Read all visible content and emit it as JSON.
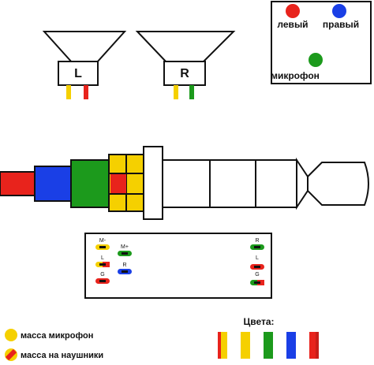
{
  "speakers": {
    "left_letter": "L",
    "right_letter": "R"
  },
  "legend_box": {
    "left_label": "левый",
    "right_label": "правый",
    "mic_label": "микрофон",
    "left_color": "#e8231c",
    "right_color": "#1a3fe6",
    "mic_color": "#1c9a1c"
  },
  "wiring_panel": {
    "left_group": [
      "M-",
      "L",
      "G"
    ],
    "middle_group": [
      "M+",
      "R"
    ],
    "right_group": [
      "R",
      "L",
      "G"
    ]
  },
  "ground_legend": {
    "mic_ground_label": "масса  микрофон",
    "headphone_ground_label": "масса на наушники"
  },
  "colors_legend": {
    "title": "Цвета:",
    "swatches": [
      "#f5d000",
      "#f5d000",
      "#1c9a1c",
      "#1a3fe6",
      "#e8231c"
    ]
  },
  "palette": {
    "red": "#e8231c",
    "yellow": "#f5d000",
    "green": "#1c9a1c",
    "blue": "#1a3fe6",
    "black": "#111111"
  }
}
